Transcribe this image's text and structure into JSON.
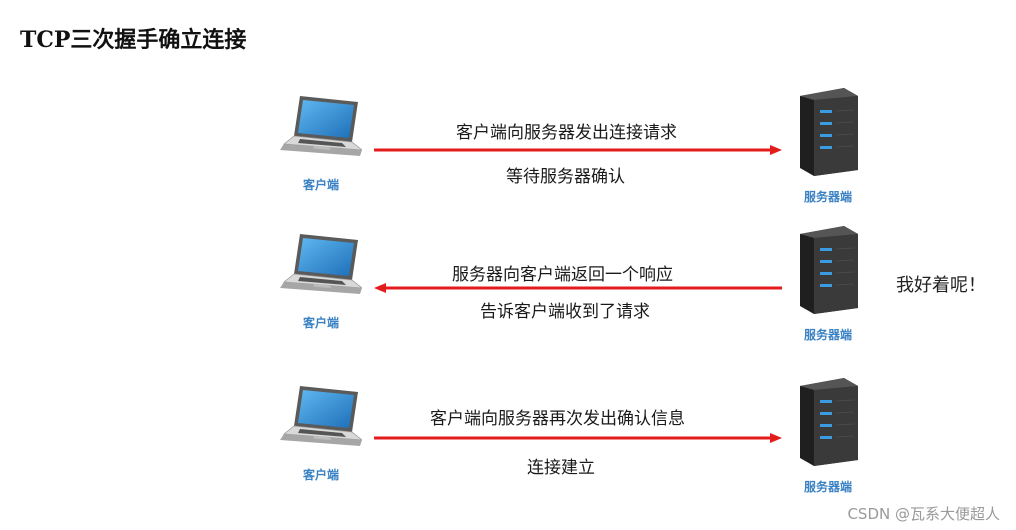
{
  "title": "TCP三次握手确立连接",
  "client_label": "客户端",
  "server_label": "服务器端",
  "steps": [
    {
      "direction": "client-to-server",
      "message": "客户端向服务器发出连接请求",
      "note": "等待服务器确认"
    },
    {
      "direction": "server-to-client",
      "message": "服务器向客户端返回一个响应",
      "note": "告诉客户端收到了请求"
    },
    {
      "direction": "client-to-server",
      "message": "客户端向服务器再次发出确认信息",
      "note": "连接建立"
    }
  ],
  "side_note": "我好着呢！",
  "watermark": "CSDN @瓦系大便超人",
  "colors": {
    "arrow": "#e31b1b",
    "label_blue": "#3a82c4",
    "server_body": "#2b2b2b",
    "server_led": "#3a9be0",
    "laptop_screen": "#2f8fd6"
  }
}
